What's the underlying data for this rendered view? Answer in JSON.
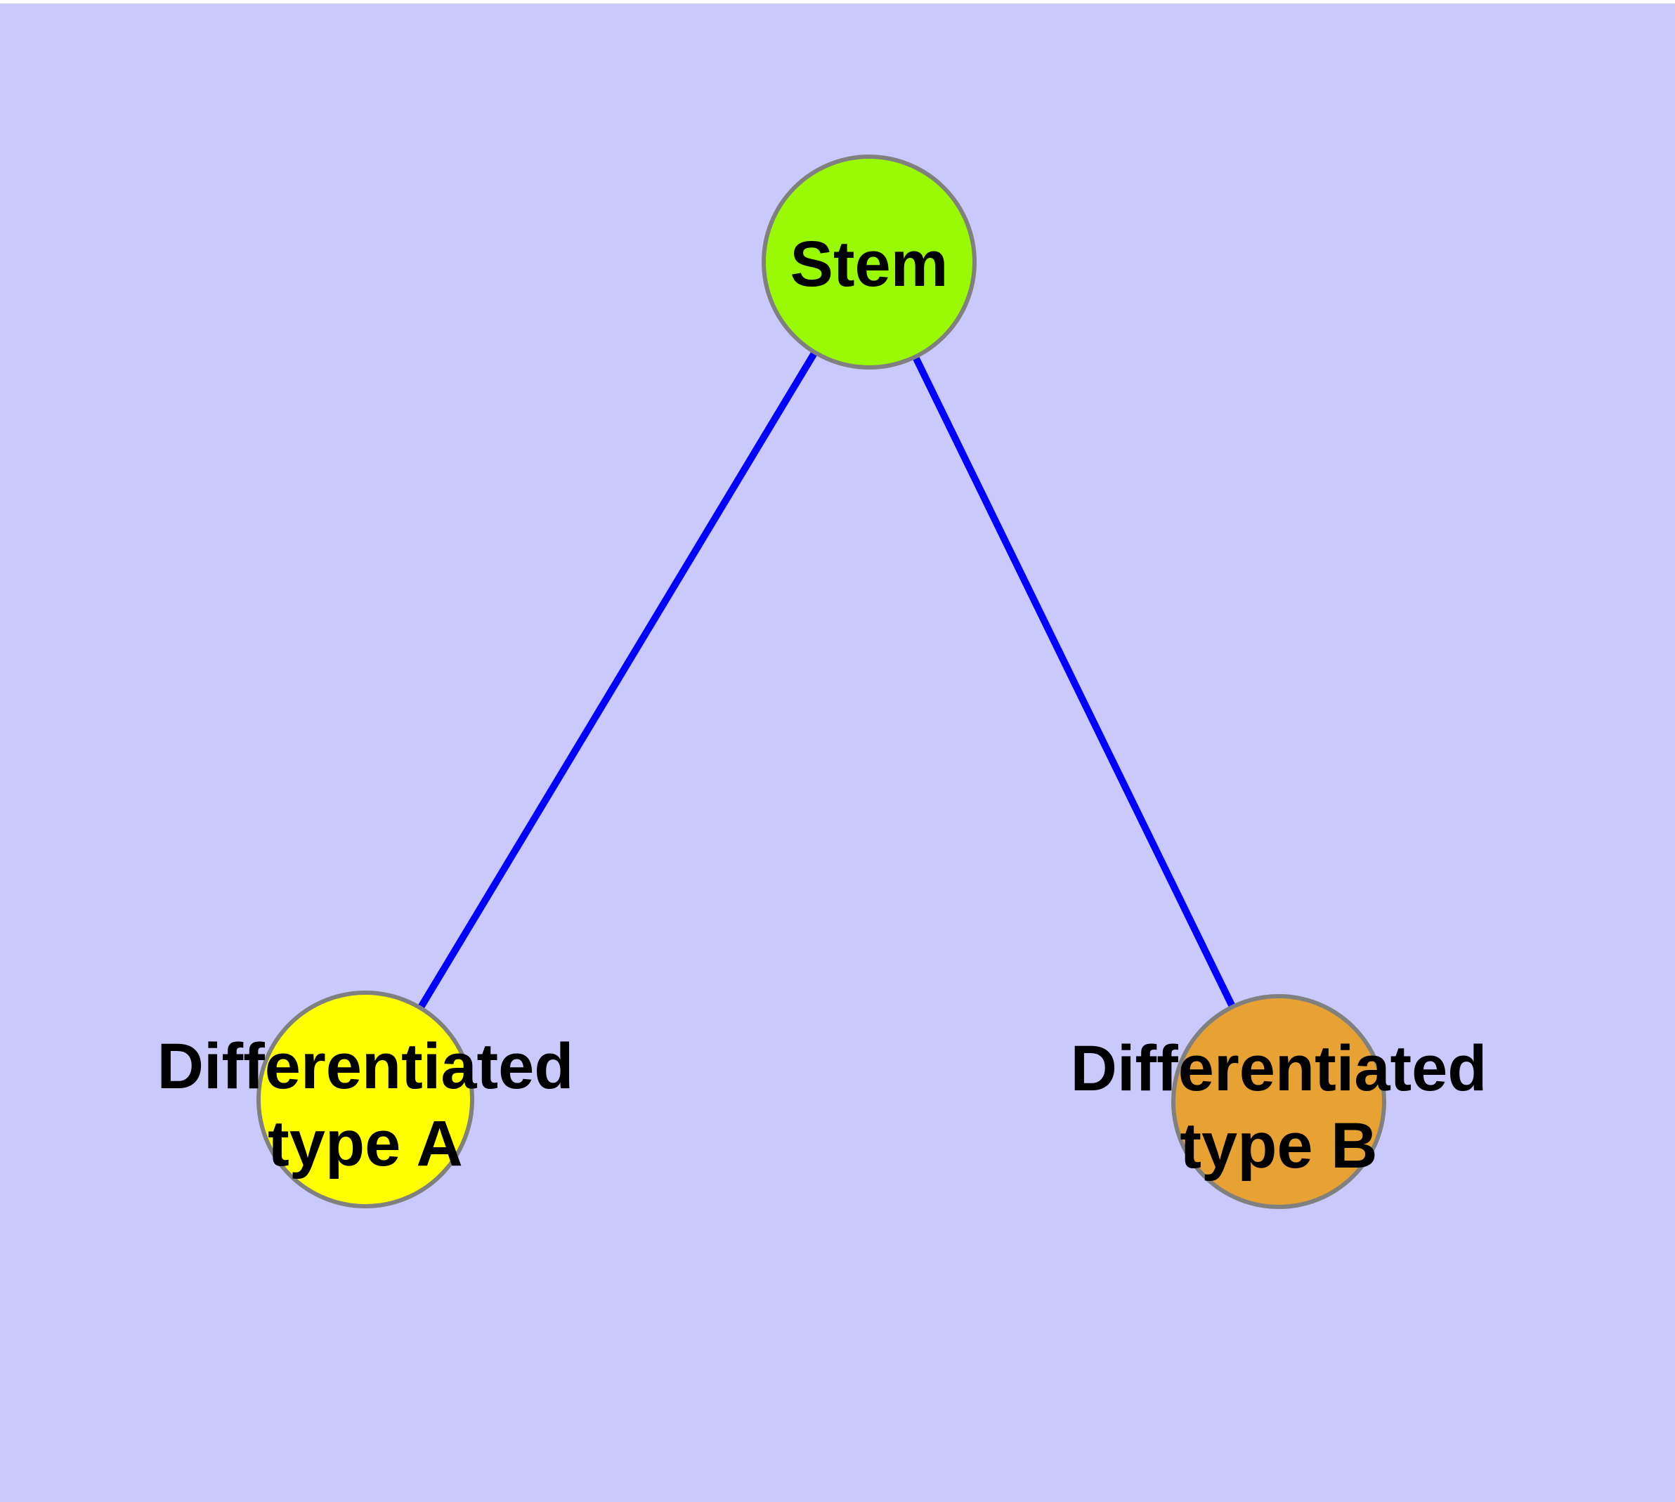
{
  "diagram": {
    "type": "node-link-graph",
    "colors": {
      "background": "#C9C9FB",
      "top_strip": "#FFFFFF",
      "edge": "#0000FF",
      "node_border": "#808080"
    },
    "nodes": {
      "stem": {
        "label": "Stem",
        "fill": "#9AFA05"
      },
      "type_a": {
        "line1": "Differentiated",
        "line2": "type A",
        "fill": "#FFFF00"
      },
      "type_b": {
        "line1": "Differentiated",
        "line2": "type B",
        "fill": "#E8A233"
      }
    },
    "edges": [
      {
        "from": "Stem",
        "to": "Differentiated type A"
      },
      {
        "from": "Stem",
        "to": "Differentiated type B"
      }
    ]
  }
}
